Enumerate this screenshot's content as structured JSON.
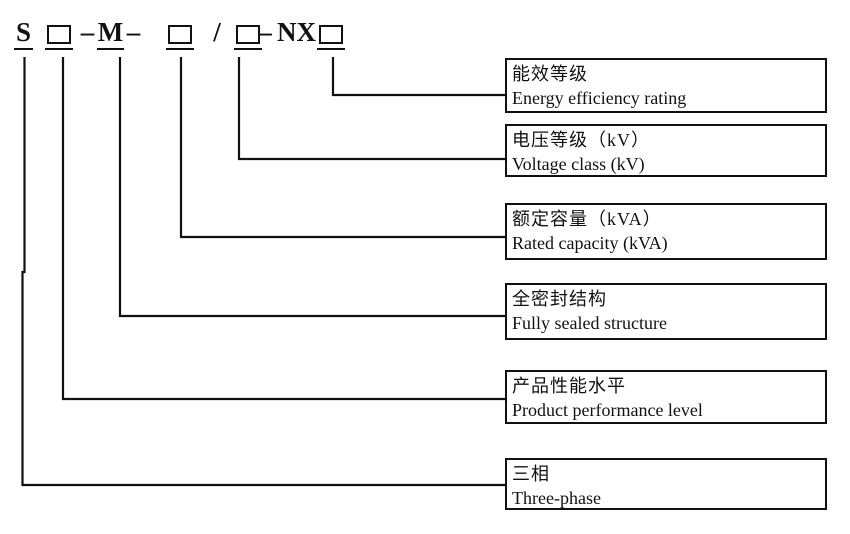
{
  "diagram": {
    "code": {
      "full": "S□-M-□/□-NX□",
      "parts": [
        {
          "text": "S",
          "underline": true
        },
        {
          "text": "□",
          "underline": true
        },
        {
          "text": "–",
          "underline": false
        },
        {
          "text": "M",
          "underline": true
        },
        {
          "text": "–",
          "underline": false
        },
        {
          "text": "□",
          "underline": true
        },
        {
          "text": "/",
          "underline": false
        },
        {
          "text": "□",
          "underline": true
        },
        {
          "text": "–",
          "underline": false
        },
        {
          "text": "NX",
          "underline": false
        },
        {
          "text": "□",
          "underline": true
        }
      ]
    },
    "labels": [
      {
        "zh": "能效等级",
        "en": "Energy efficiency rating"
      },
      {
        "zh": "电压等级（kV）",
        "en": "Voltage class (kV)"
      },
      {
        "zh": "额定容量（kVA）",
        "en": "Rated capacity (kVA)"
      },
      {
        "zh": "全密封结构",
        "en": "Fully sealed structure"
      },
      {
        "zh": "产品性能水平",
        "en": "Product performance level"
      },
      {
        "zh": "三相",
        "en": "Three-phase"
      }
    ],
    "colors": {
      "ink": "#111111",
      "background": "#ffffff"
    }
  }
}
